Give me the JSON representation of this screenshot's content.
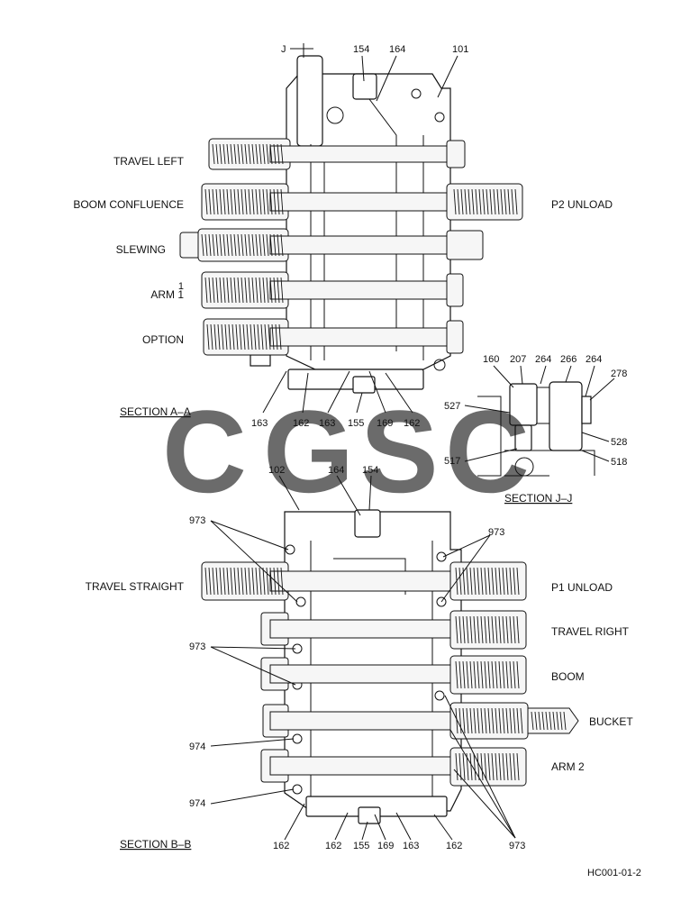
{
  "labels": {
    "travel_left": "TRAVEL LEFT",
    "boom_confluence": "BOOM CONFLUENCE",
    "slewing": "SLEWING",
    "arm1_super": "1",
    "arm1": "ARM 1",
    "option": "OPTION",
    "p2_unload": "P2 UNLOAD",
    "travel_straight": "TRAVEL STRAIGHT",
    "p1_unload": "P1 UNLOAD",
    "travel_right": "TRAVEL RIGHT",
    "boom": "BOOM",
    "bucket": "BUCKET",
    "arm2": "ARM 2"
  },
  "sections": {
    "aa": "SECTION A–A",
    "jj": "SECTION J–J",
    "bb": "SECTION B–B",
    "j_marker": "J"
  },
  "parts": {
    "top": {
      "p154": "154",
      "p164": "164",
      "p101": "101"
    },
    "aa_bottom": [
      "163",
      "162",
      "163",
      "155",
      "169",
      "162"
    ],
    "jj": {
      "p160": "160",
      "p207": "207",
      "p264a": "264",
      "p266": "266",
      "p264b": "264",
      "p278": "278",
      "p527": "527",
      "p528": "528",
      "p517": "517",
      "p518": "518"
    },
    "bb_top": {
      "p102": "102",
      "p164": "164",
      "p154": "154"
    },
    "bb_left": [
      "973",
      "973",
      "974",
      "974"
    ],
    "bb_right_973": "973",
    "bb_bottom": [
      "162",
      "162",
      "155",
      "169",
      "163",
      "162",
      "973"
    ]
  },
  "watermark": {
    "c1": "C",
    "g": "G",
    "s": "S",
    "c2": "C"
  },
  "colors": {
    "blue": "#5b95f5",
    "red": "#f07a72",
    "yellow": "#f8d244",
    "green": "#31a870"
  },
  "drawing_no": "HC001-01-2"
}
